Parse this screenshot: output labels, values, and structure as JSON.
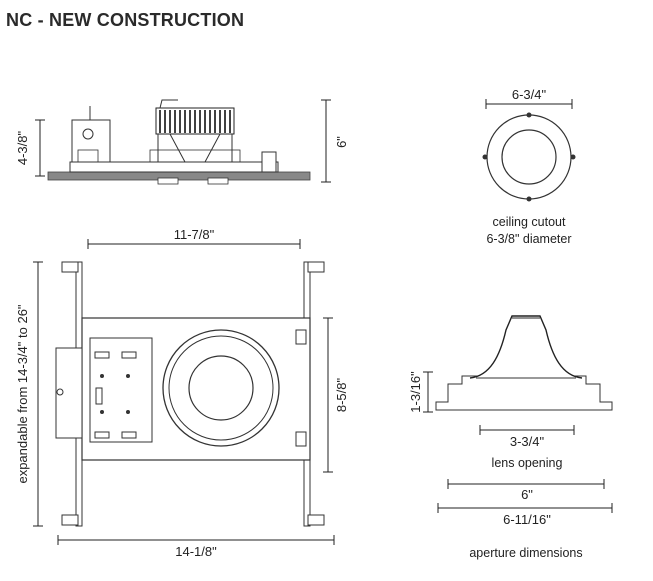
{
  "title": "NC - NEW CONSTRUCTION",
  "side_view": {
    "height_left": "4-3/8\"",
    "height_right": "6\""
  },
  "cutout": {
    "width": "6-3/4\"",
    "caption_line1": "ceiling cutout",
    "caption_line2": "6-3/8\" diameter"
  },
  "plan_view": {
    "top_width": "11-7/8\"",
    "left_span": "expandable from 14-3/4\" to 26\"",
    "right_height": "8-5/8\"",
    "bottom_width": "14-1/8\""
  },
  "aperture": {
    "height": "1-3/16\"",
    "lens_width": "3-3/4\"",
    "lens_caption": "lens opening",
    "inner_width": "6\"",
    "outer_width": "6-11/16\"",
    "caption": "aperture dimensions"
  }
}
